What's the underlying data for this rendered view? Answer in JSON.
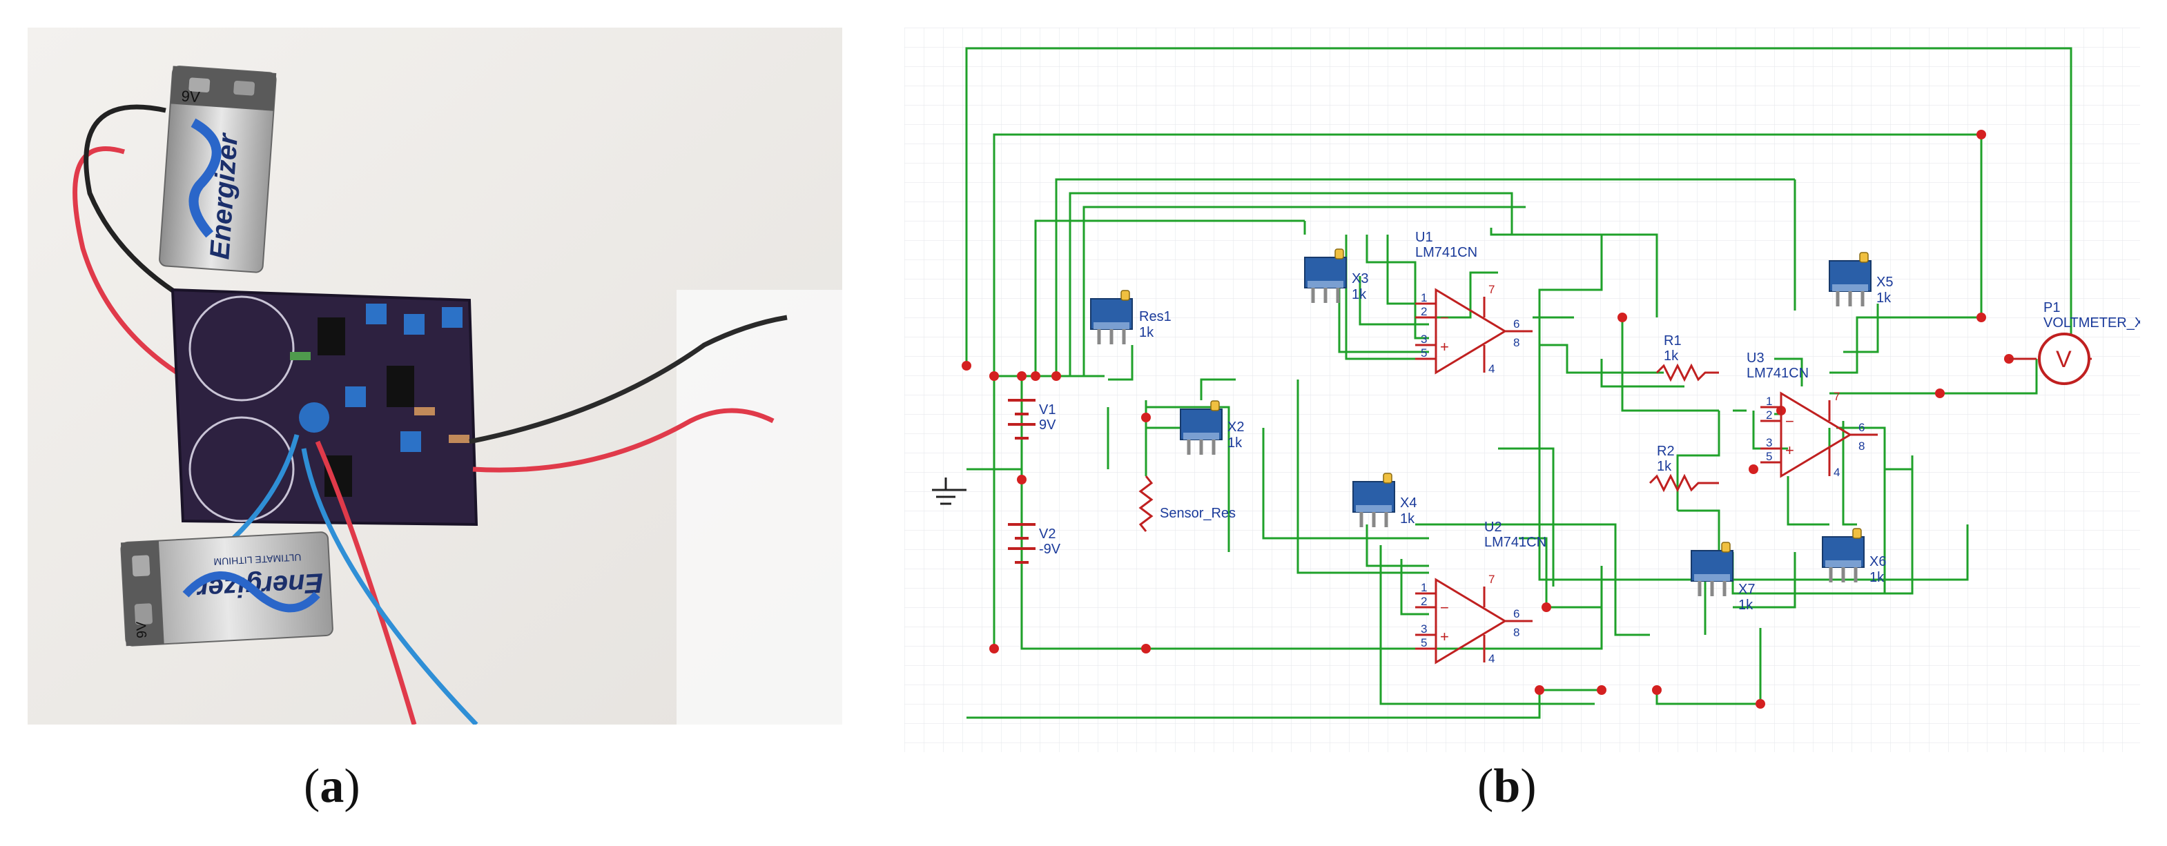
{
  "photo": {
    "battery_top_label": "9V",
    "battery_top_brand": "Energizer",
    "battery_bottom_label": "9V",
    "battery_bottom_brand": "Energizer",
    "battery_bottom_sub": "ULTIMATE LITHIUM"
  },
  "captions": {
    "a_open": "(",
    "a_letter": "a",
    "a_close": ")",
    "b_open": "(",
    "b_letter": "b",
    "b_close": ")"
  },
  "schematic": {
    "colors": {
      "wire": "#1fa12a",
      "junction": "#d42020",
      "component": "#c02020",
      "label": "#1a3a9a",
      "pot": "#2a5fa8"
    },
    "components": {
      "u1": {
        "name": "U1",
        "part": "LM741CN"
      },
      "u2": {
        "name": "U2",
        "part": "LM741CN"
      },
      "u3": {
        "name": "U3",
        "part": "LM741CN"
      },
      "res1": {
        "name": "Res1",
        "value": "1k"
      },
      "x2": {
        "name": "X2",
        "value": "1k"
      },
      "x3": {
        "name": "X3",
        "value": "1k"
      },
      "x4": {
        "name": "X4",
        "value": "1k"
      },
      "x5": {
        "name": "X5",
        "value": "1k"
      },
      "x6": {
        "name": "X6",
        "value": "1k"
      },
      "x7": {
        "name": "X7",
        "value": "1k"
      },
      "r1": {
        "name": "R1",
        "value": "1k"
      },
      "r2": {
        "name": "R2",
        "value": "1k"
      },
      "v1": {
        "name": "V1",
        "value": "9V"
      },
      "v2": {
        "name": "V2",
        "value": "-9V"
      },
      "sensor": {
        "name": "Sensor_Res"
      },
      "p1": {
        "name": "P1",
        "part": "VOLTMETER_XL",
        "symbol": "V"
      }
    },
    "pins": {
      "p1": "1",
      "p2": "2",
      "p3": "3",
      "p4": "4",
      "p5": "5",
      "p6": "6",
      "p7": "7",
      "p8": "8",
      "minus": "−",
      "plus": "+"
    }
  }
}
